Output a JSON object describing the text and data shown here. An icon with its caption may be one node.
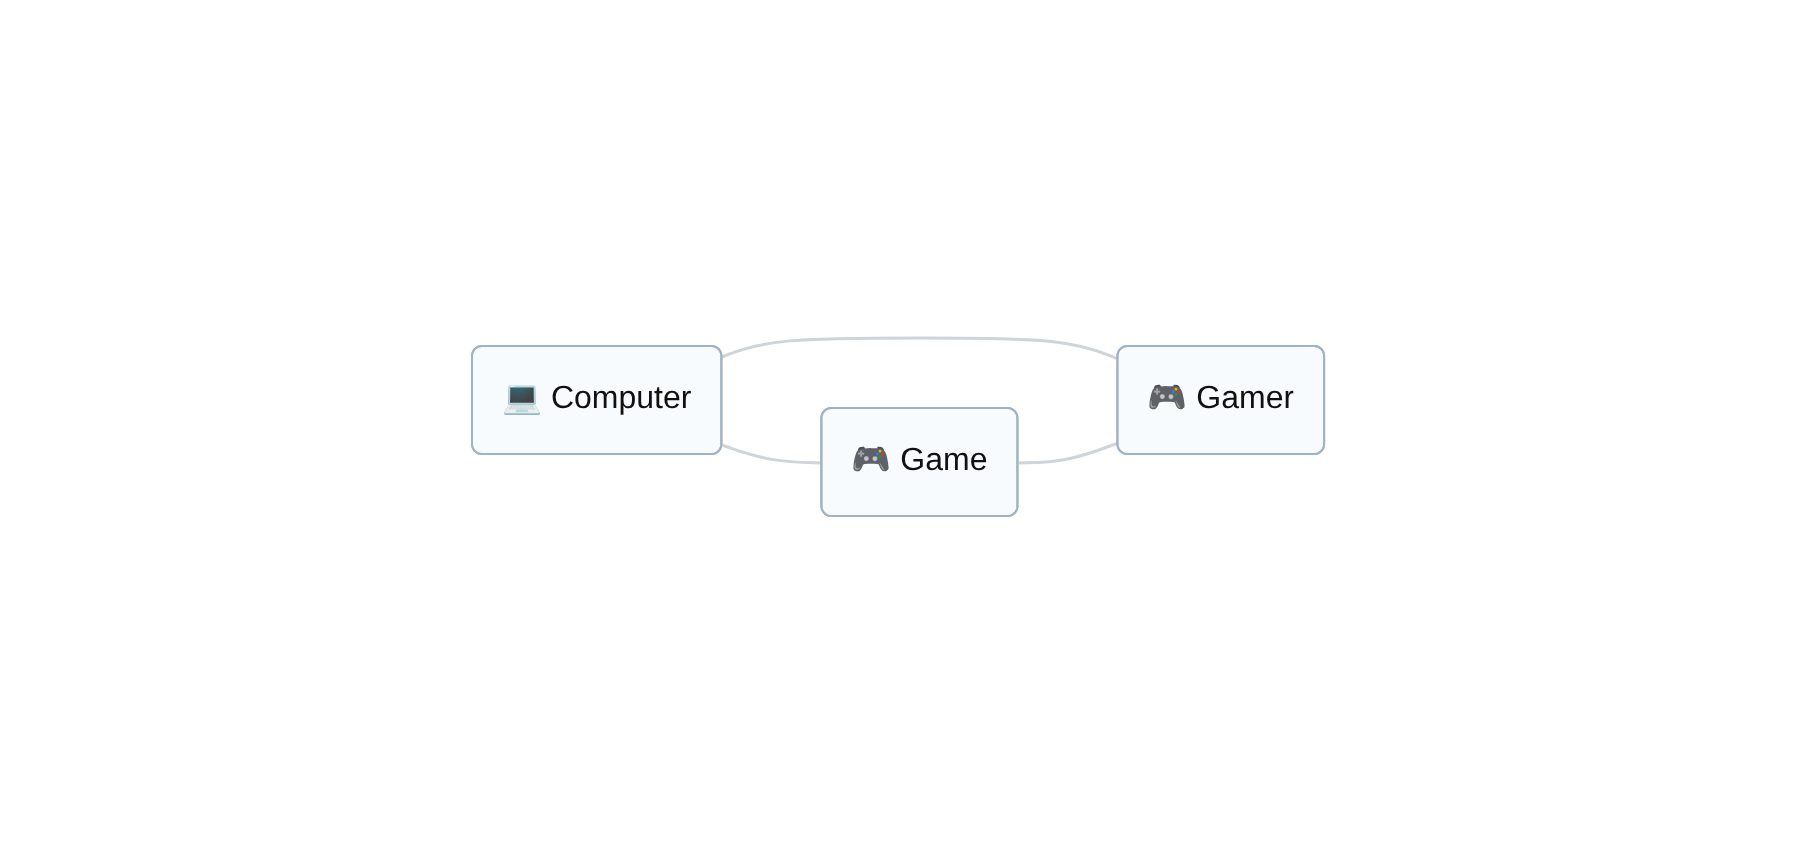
{
  "diagram": {
    "nodes": [
      {
        "text": [
          "💻 Computer"
        ]
      },
      {
        "text": [
          "🎮 Game"
        ]
      },
      {
        "text": [
          "🎮 Gamer"
        ]
      }
    ],
    "edges": [
      {
        "from": 0,
        "to": 1,
        "arrow": "none"
      },
      {
        "from": 0,
        "to": 2,
        "arrow": "none"
      },
      {
        "from": 1,
        "to": 2,
        "arrow": "none"
      }
    ]
  }
}
